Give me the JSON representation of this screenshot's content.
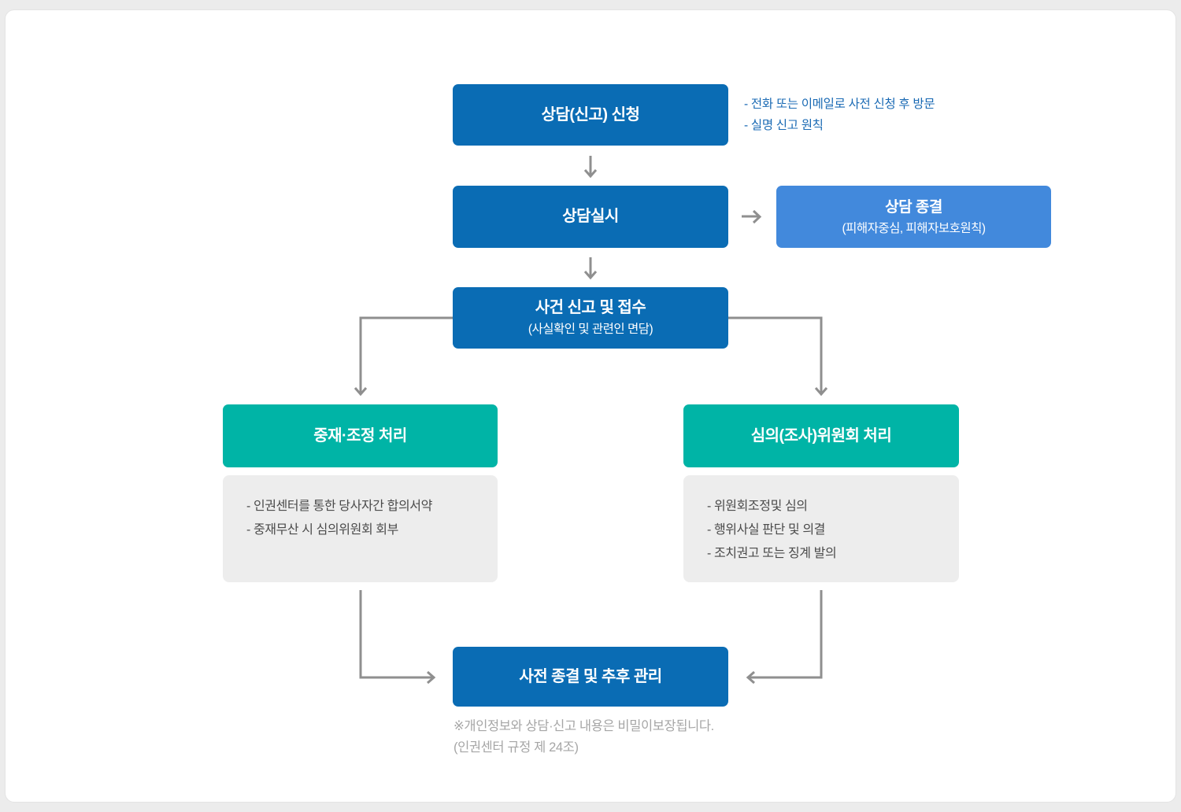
{
  "colors": {
    "primary_blue": "#0a6cb4",
    "light_blue": "#4289dc",
    "teal": "#00b4a6",
    "detail_gray": "#ededed",
    "connector_gray": "#8f8f8f",
    "note_text_blue": "#1a6ab4",
    "footnote_gray": "#a6a6a6"
  },
  "flowchart": {
    "step1": {
      "title": "상담(신고) 신청",
      "notes": [
        "- 전화 또는 이메일로 사전 신청 후 방문",
        "- 실명 신고 원칙"
      ]
    },
    "step2": {
      "title": "상담실시"
    },
    "step2_side": {
      "title": "상담 종결",
      "subtitle": "(피해자중심, 피해자보호원칙)"
    },
    "step3": {
      "title": "사건 신고 및 접수",
      "subtitle": "(사실확인 및 관련인 면담)"
    },
    "branch_left": {
      "title": "중재·조정 처리",
      "details": [
        "- 인권센터를 통한 당사자간 합의서약",
        "- 중재무산 시 심의위원회 회부"
      ]
    },
    "branch_right": {
      "title": "심의(조사)위원회 처리",
      "details": [
        "- 위원회조정및 심의",
        "- 행위사실 판단 및 의결",
        "- 조치권고 또는 징계 발의"
      ]
    },
    "final_step": {
      "title": "사전 종결 및 추후 관리"
    },
    "footnote": [
      "※개인정보와 상담·신고 내용은 비밀이보장됩니다.",
      "(인권센터 규정 제 24조)"
    ]
  }
}
